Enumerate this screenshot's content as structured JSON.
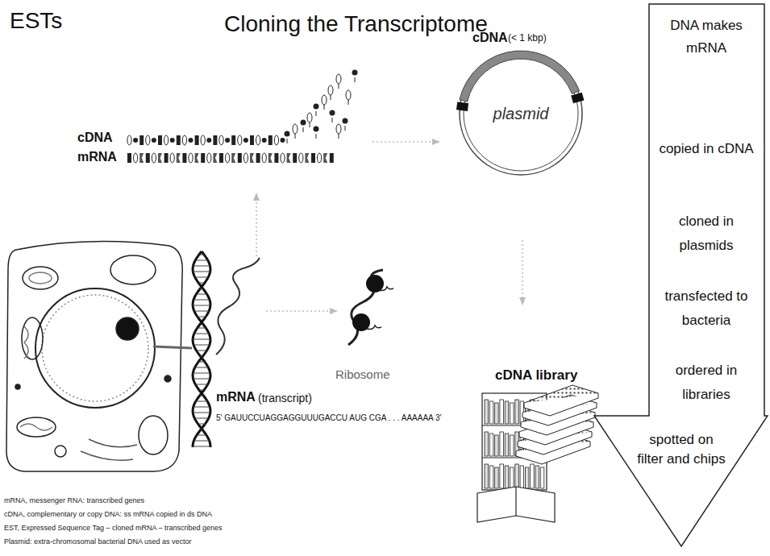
{
  "diagram": {
    "title": "Cloning the Transcriptome",
    "nodes": [
      {
        "text": [
          "plasmid"
        ]
      },
      {
        "text": [
          "DNA makes mRNA",
          "copied in cDNA",
          "cloned in plasmids",
          "transfected to bacteria",
          "ordered in libraries",
          "spotted on filter and chips"
        ]
      }
    ],
    "labels": [
      "ESTs",
      "cDNA",
      "mRNA",
      "cDNA",
      "(< 1 kbp)",
      "mRNA",
      "(transcript)",
      "5' GAUUCCUAGGAGGUUUGACCU AUG CGA . . . AAAAAA 3'",
      "Ribosome",
      "cDNA library",
      "mRNA, messenger RNA: transcribed genes",
      "cDNA, complementary or copy DNA: ss mRNA copied in ds DNA",
      "EST, Expressed Sequence Tag – cloned mRNA – transcribed genes",
      "Plasmid: extra-chromosomal bacterial DNA used as vector"
    ]
  }
}
